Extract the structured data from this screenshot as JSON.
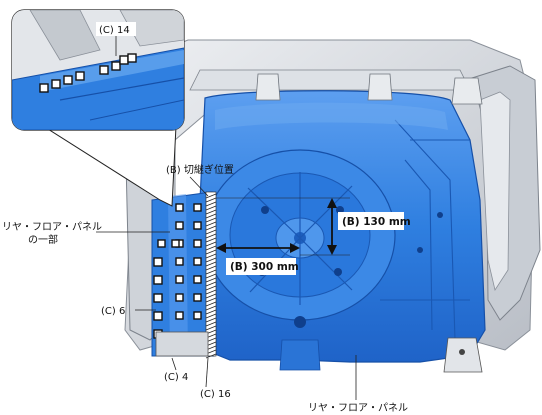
{
  "labels": {
    "c14": "(C) 14",
    "cut_position": "(B) 切継ぎ位置",
    "partial_panel_line1": "リヤ・フロア・パネル",
    "partial_panel_line2": "の一部",
    "b130": "(B) 130 mm",
    "b300": "(B) 300 mm",
    "c6": "(C) 6",
    "c4": "(C) 4",
    "c16": "(C) 16",
    "rear_floor_panel": "リヤ・フロア・パネル"
  },
  "colors": {
    "panel_blue": "#2f7fe0",
    "panel_blue_dark": "#1c5fc4",
    "panel_blue_light": "#6aa9f0",
    "body_gray": "#d9dde3",
    "body_gray_dark": "#9aa1aa",
    "spot_weld": "#111111"
  }
}
